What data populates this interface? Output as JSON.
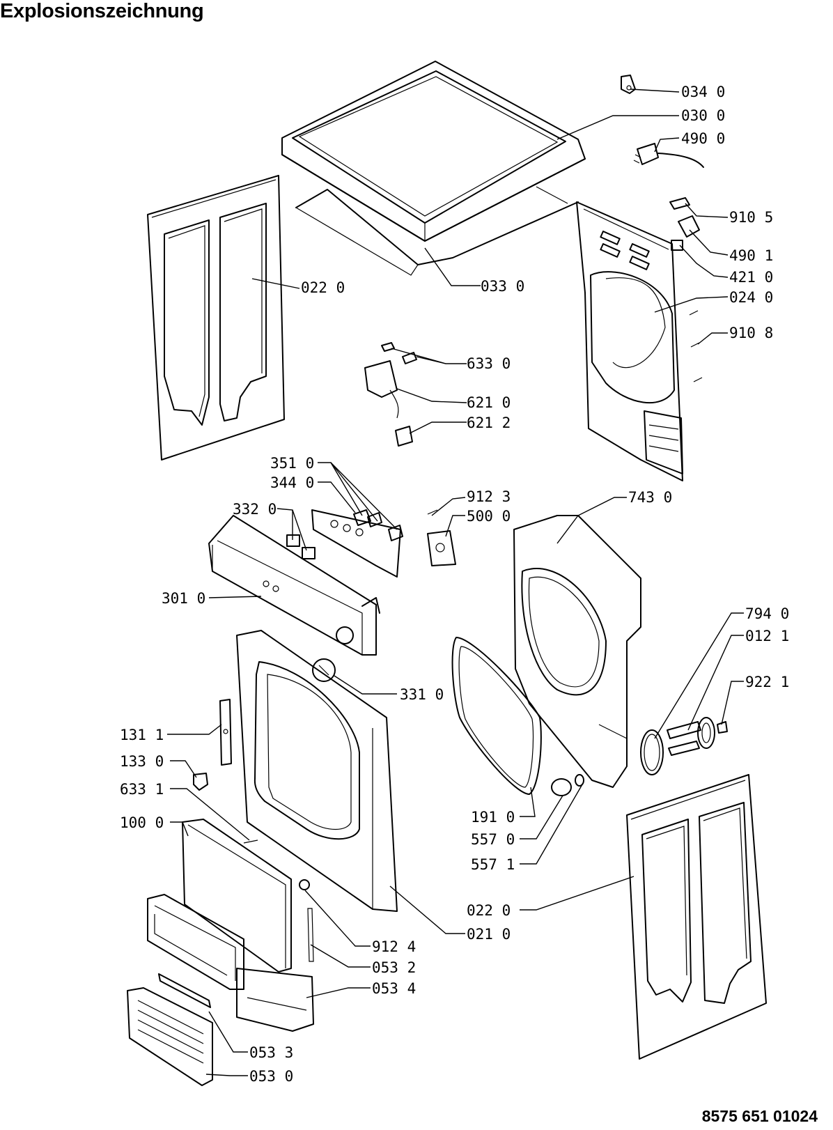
{
  "header": {
    "title": "Explosionszeichnung"
  },
  "footer": {
    "document_number": "8575 651 01024"
  },
  "labels": {
    "p0340": "034 0",
    "p0300": "030 0",
    "p4900": "490 0",
    "p9105": "910 5",
    "p4901": "490 1",
    "p4210": "421 0",
    "p0240": "024 0",
    "p9108": "910 8",
    "p0220a": "022 0",
    "p0330": "033 0",
    "p6330": "633 0",
    "p6210": "621 0",
    "p6212": "621 2",
    "p3510": "351 0",
    "p3440": "344 0",
    "p3320": "332 0",
    "p9123": "912 3",
    "p5000": "500 0",
    "p7430": "743 0",
    "p3010": "301 0",
    "p7940": "794 0",
    "p0121": "012 1",
    "p9221": "922 1",
    "p3310": "331 0",
    "p1311": "131 1",
    "p1330": "133 0",
    "p6331": "633 1",
    "p1000": "100 0",
    "p1910": "191 0",
    "p5570": "557 0",
    "p5571": "557 1",
    "p0220b": "022 0",
    "p0210": "021 0",
    "p9124": "912 4",
    "p0532": "053 2",
    "p0534": "053 4",
    "p0533": "053 3",
    "p0530": "053 0"
  }
}
